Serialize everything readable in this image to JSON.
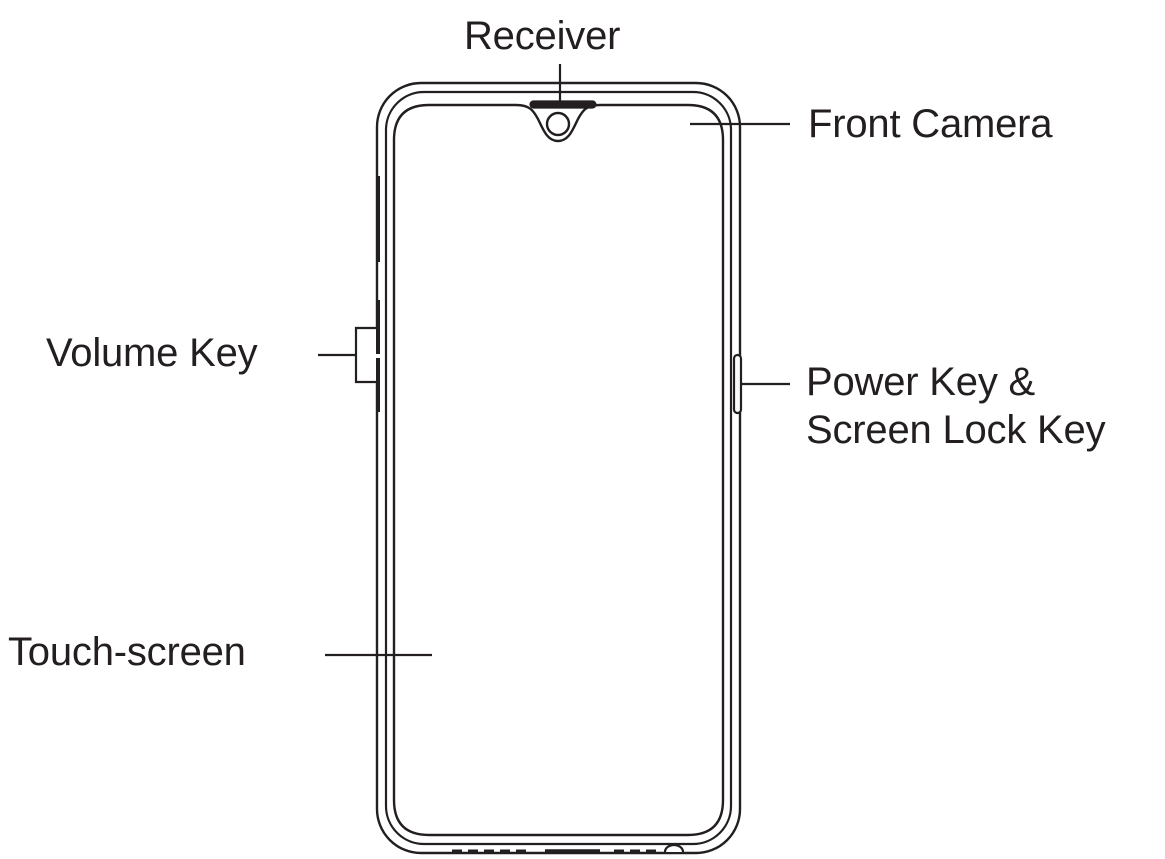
{
  "diagram": {
    "subject": "smartphone-front-view",
    "background_color": "#ffffff",
    "line_color": "#231f20",
    "text_color": "#231f20",
    "labels": {
      "receiver": "Receiver",
      "front_camera": "Front Camera",
      "volume_key": "Volume Key",
      "power_key_line1": "Power Key &",
      "power_key_line2": "Screen Lock Key",
      "touch_screen": "Touch-screen"
    },
    "parts": [
      {
        "name": "receiver",
        "label": "Receiver"
      },
      {
        "name": "front-camera",
        "label": "Front Camera"
      },
      {
        "name": "volume-key",
        "label": "Volume Key"
      },
      {
        "name": "power-key",
        "label": "Power Key & Screen Lock Key"
      },
      {
        "name": "touch-screen",
        "label": "Touch-screen"
      }
    ]
  }
}
